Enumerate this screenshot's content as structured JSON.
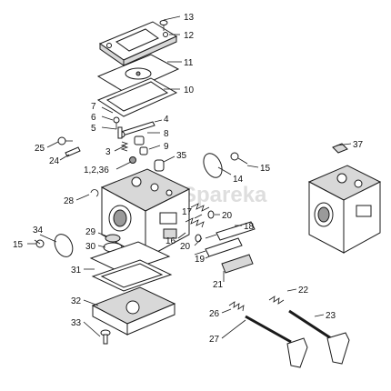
{
  "watermark": "Spareka",
  "callouts": {
    "c1": "1,2,36",
    "c3": "3",
    "c4": "4",
    "c5": "5",
    "c6": "6",
    "c7": "7",
    "c8": "8",
    "c9": "9",
    "c10": "10",
    "c11": "11",
    "c12": "12",
    "c13": "13",
    "c14": "14",
    "c15a": "15",
    "c15b": "15",
    "c16": "16",
    "c17": "17",
    "c18": "18",
    "c19": "19",
    "c20a": "20",
    "c20b": "20",
    "c21": "21",
    "c22": "22",
    "c23": "23",
    "c24": "24",
    "c25": "25",
    "c26": "26",
    "c27": "27",
    "c28": "28",
    "c29": "29",
    "c30": "30",
    "c31": "31",
    "c32": "32",
    "c33": "33",
    "c34": "34",
    "c35": "35",
    "c37": "37"
  }
}
